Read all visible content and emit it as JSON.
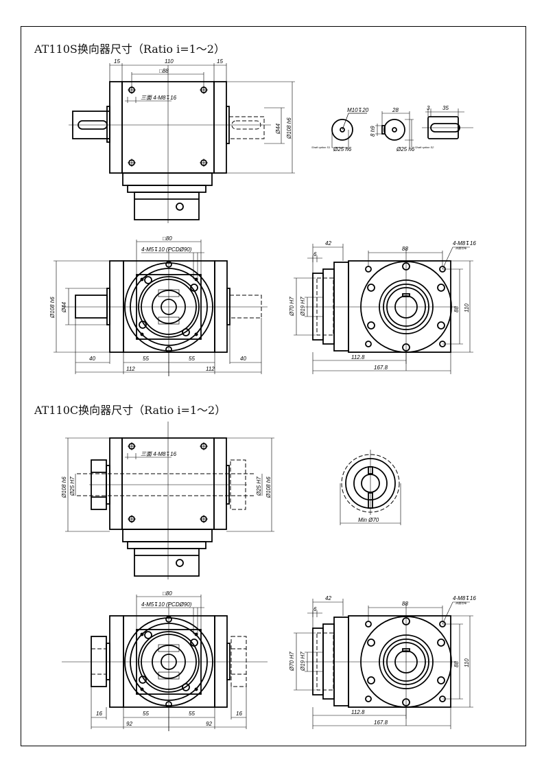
{
  "sections": [
    {
      "title": "AT110S换向器尺寸（Ratio i=1～2）",
      "top_view": {
        "d_left": "15",
        "d_width": "110",
        "d_right": "15",
        "d_square": "□88",
        "d_holes": "三面 4-M8↧16",
        "d_shaft": "Ø44",
        "d_body": "Ø108 h6"
      },
      "shaft_options": {
        "tap": "M10↧20",
        "d_shaft1": "Ø25 h6",
        "label1": "Shaft option S1",
        "d_key_len": "28",
        "d_key_h": "8 h9",
        "d_shaft2": "Ø25 h6",
        "label2": "Shaft option S2",
        "d_offset": "3",
        "d_slot": "35"
      },
      "front_view": {
        "d_square": "□80",
        "d_holes": "4-M5↧10 (PCDØ90)",
        "d_body": "Ø108 h6",
        "d_shaft": "Ø44",
        "d_l1": "40",
        "d_55a": "55",
        "d_55b": "55",
        "d_r1": "40",
        "d_112a": "112",
        "d_112b": "112"
      },
      "side_view": {
        "d_42": "42",
        "d_6": "6",
        "d_88a": "88",
        "d_holes": "4-M8↧16",
        "d_holes_sub": "四面均布",
        "d_70": "Ø70 H7",
        "d_19": "Ø19 H7",
        "d_88b": "88",
        "d_110": "110",
        "d_1128": "112.8",
        "d_1678": "167.8"
      }
    },
    {
      "title": "AT110C换向器尺寸（Ratio i=1～2）",
      "top_view": {
        "d_holes": "三面 4-M8↧16",
        "d_body_l": "Ø108 h6",
        "d_bore_l": "Ø25 H7",
        "d_bore_r": "Ø25 H7",
        "d_body_r": "Ø108 h6"
      },
      "clamp_view": {
        "d_min": "Min Ø70"
      },
      "front_view": {
        "d_square": "□80",
        "d_holes": "4-M5↧10 (PCDØ90)",
        "d_l1": "16",
        "d_55a": "55",
        "d_55b": "55",
        "d_r1": "16",
        "d_92a": "92",
        "d_92b": "92"
      },
      "side_view": {
        "d_42": "42",
        "d_6": "6",
        "d_88a": "88",
        "d_holes": "4-M8↧16",
        "d_holes_sub": "四面均布",
        "d_70": "Ø70 H7",
        "d_19": "Ø19 H7",
        "d_88b": "88",
        "d_110": "110",
        "d_1128": "112.8",
        "d_1678": "167.8"
      }
    }
  ]
}
